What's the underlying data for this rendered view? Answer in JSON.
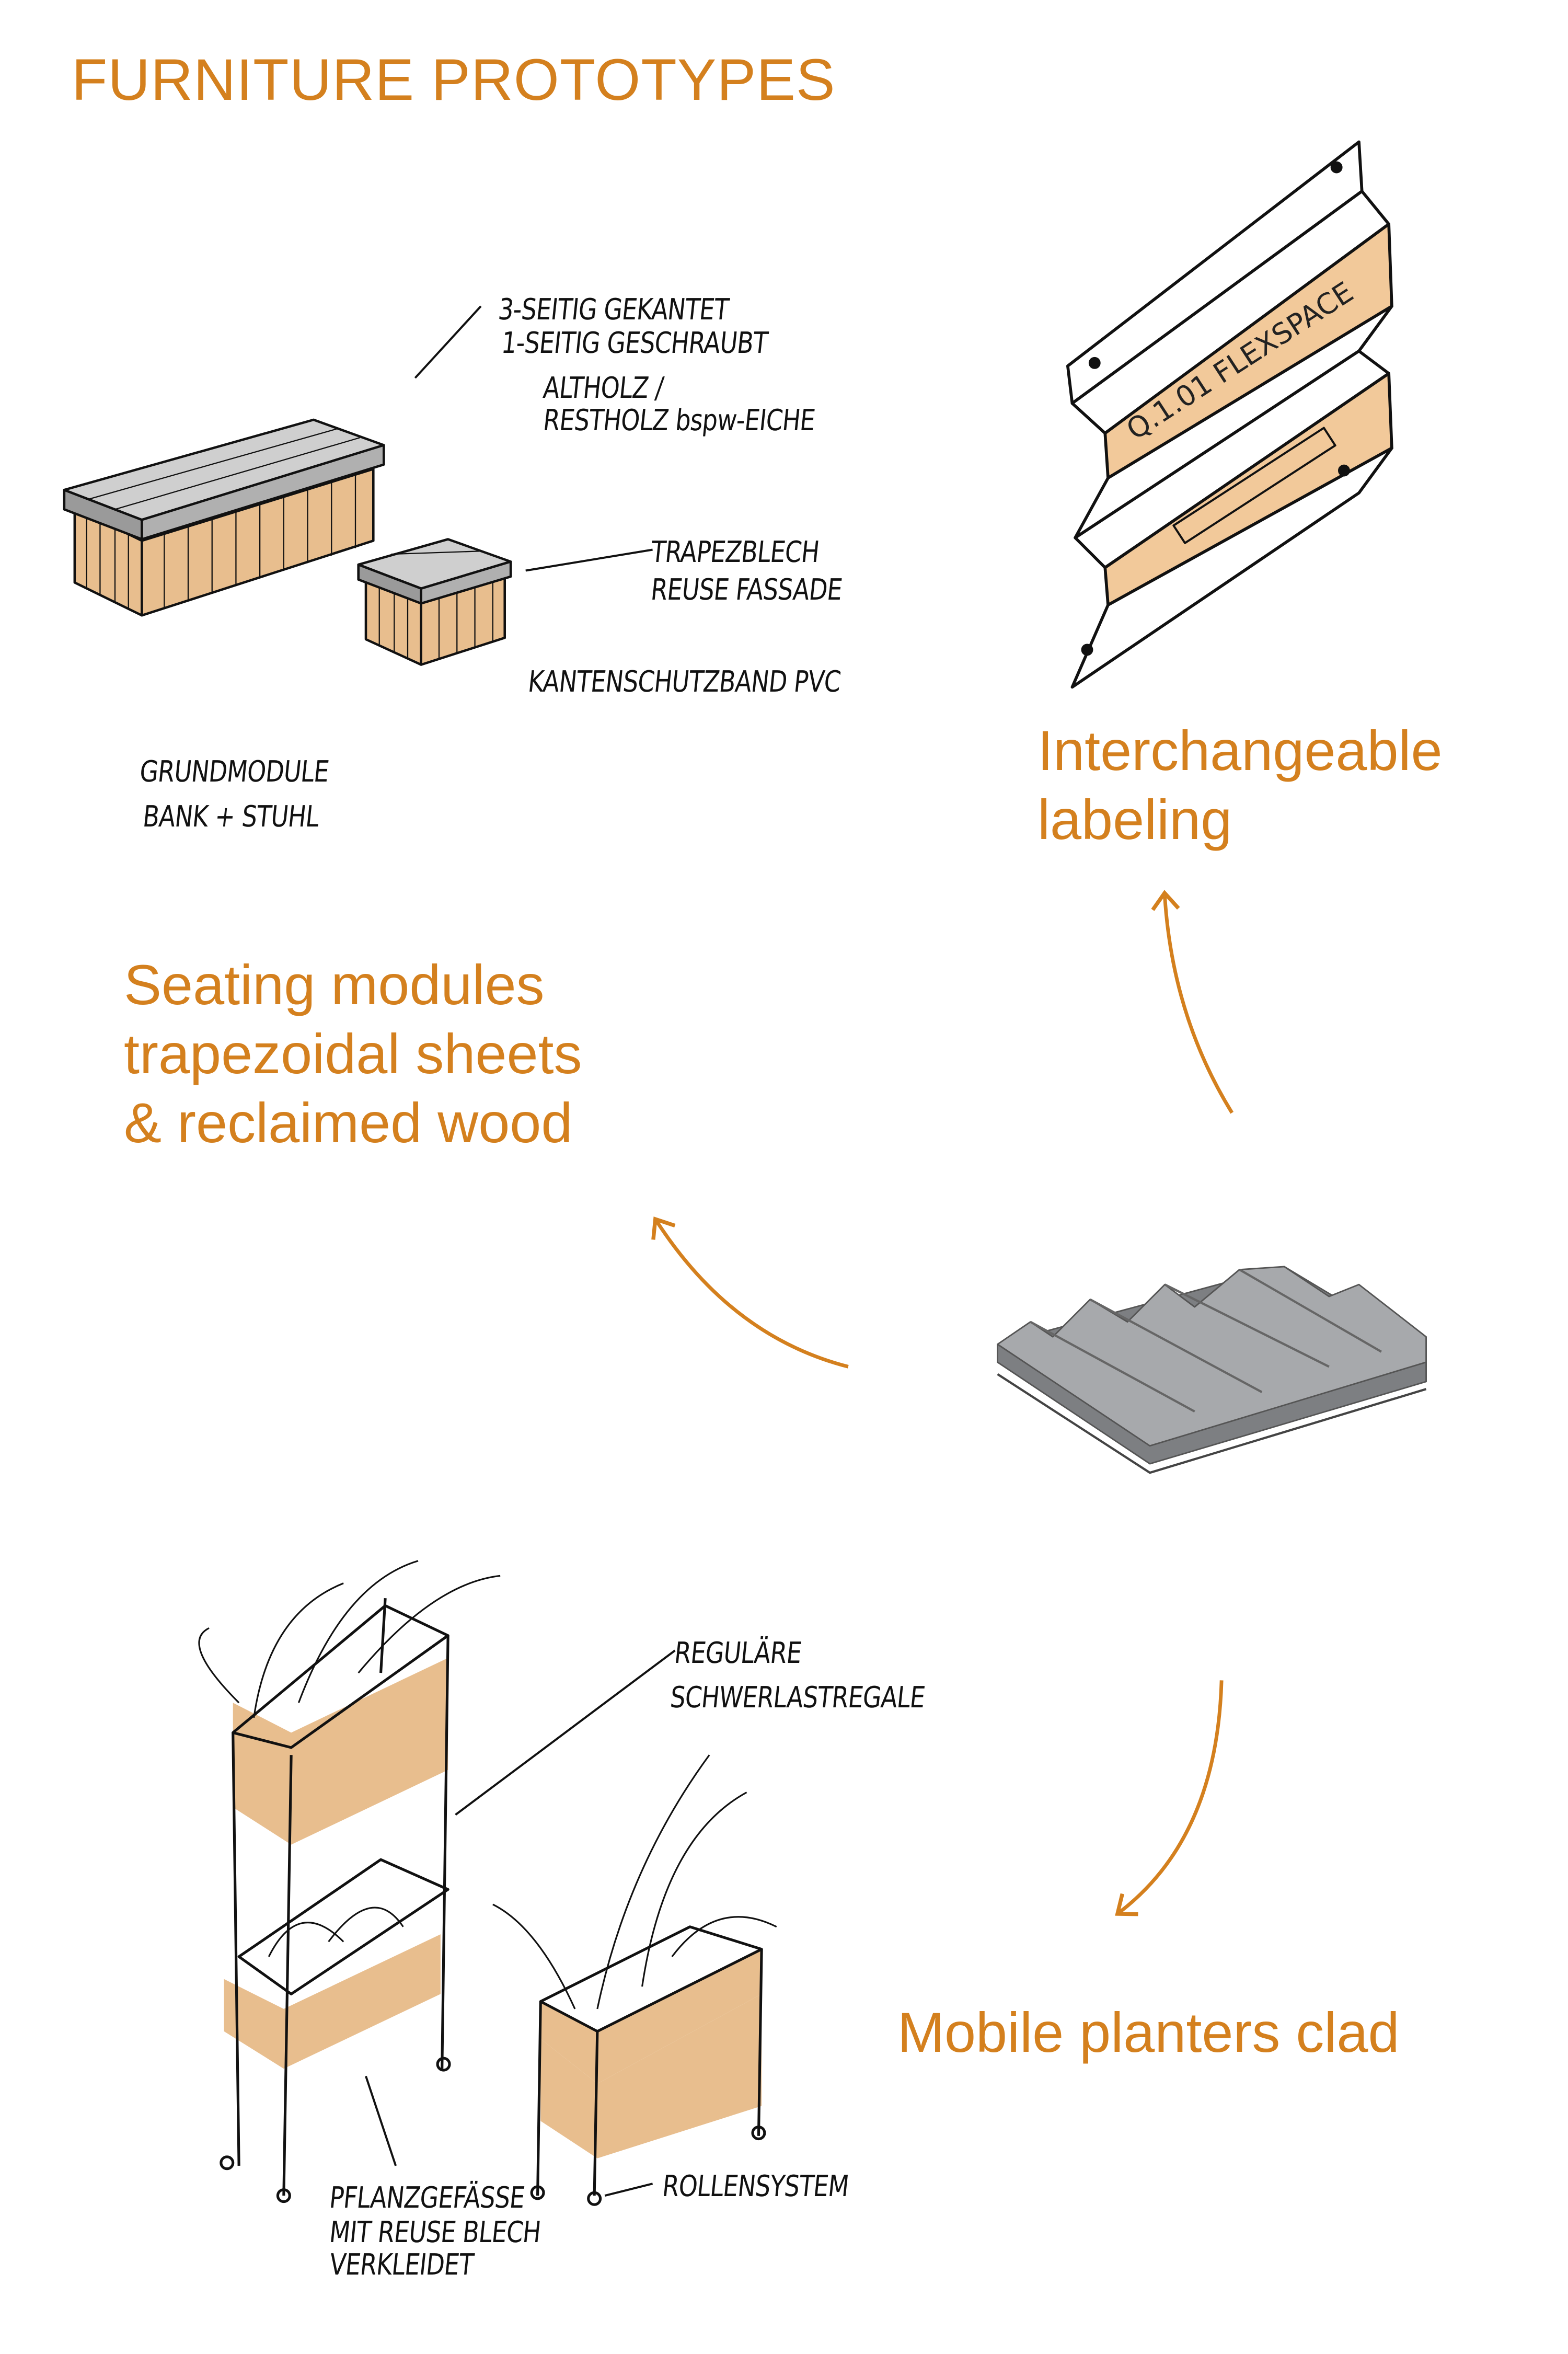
{
  "title": "FURNITURE PROTOTYPES",
  "colors": {
    "accent": "#D4801E",
    "tan": "#E8BE8E",
    "sheet_gray": "#8f9194"
  },
  "captions": {
    "labeling": [
      "Interchangeable",
      "labeling"
    ],
    "seating": [
      "Seating modules",
      "trapezoidal sheets",
      "& reclaimed wood"
    ],
    "planters": "Mobile planters clad"
  },
  "annotations": {
    "bench": {
      "edges": [
        "3-SEITIG GEKANTET",
        "1-SEITIG GESCHRAUBT"
      ],
      "wood": [
        "ALTHOLZ /",
        "RESTHOLZ bspw-EICHE"
      ],
      "sheet": [
        "TRAPEZBLECH",
        "REUSE FASSADE"
      ],
      "edge_band": "KANTENSCHUTZBAND PVC",
      "modules": [
        "GRUNDMODULE",
        "BANK + STUHL"
      ]
    },
    "sign_label": "Q.1.01 FLEXSPACE",
    "planters": {
      "shelf": [
        "REGULÄRE",
        "SCHWERLASTREGALE"
      ],
      "wheels": "ROLLENSYSTEM",
      "pots": [
        "PFLANZGEFÄSSE",
        "MIT REUSE BLECH",
        "VERKLEIDET"
      ]
    }
  }
}
